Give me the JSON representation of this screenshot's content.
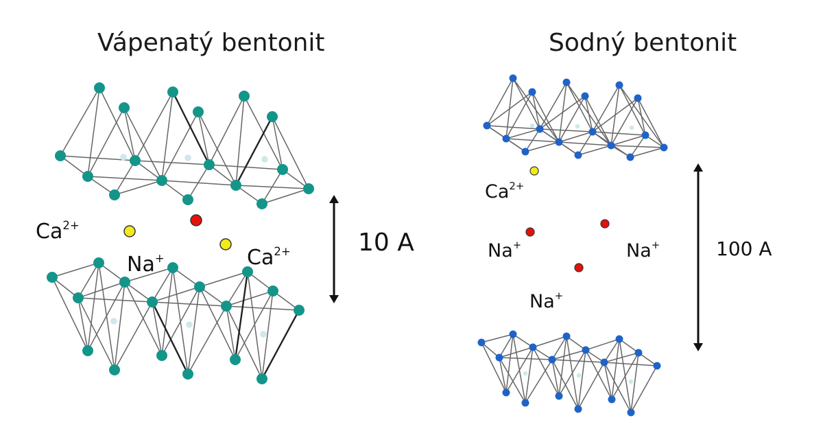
{
  "left": {
    "title": "Vápenatý bentonit",
    "distance": "10 A",
    "ions": [
      {
        "symbol": "Ca",
        "charge": "2+"
      },
      {
        "symbol": "Na",
        "charge": "+"
      },
      {
        "symbol": "Ca",
        "charge": "2+"
      }
    ]
  },
  "right": {
    "title": "Sodný bentonit",
    "distance": "100 A",
    "ions": [
      {
        "symbol": "Ca",
        "charge": "2+"
      },
      {
        "symbol": "Na",
        "charge": "+"
      },
      {
        "symbol": "Na",
        "charge": "+"
      },
      {
        "symbol": "Na",
        "charge": "+"
      }
    ]
  },
  "colors": {
    "teal_atom": "#14958a",
    "blue_atom": "#1f63c9",
    "ca_ion": "#f2ea1c",
    "na_ion": "#e3120b",
    "bond": "#666666",
    "faint_atom": "#cfe8ea"
  }
}
